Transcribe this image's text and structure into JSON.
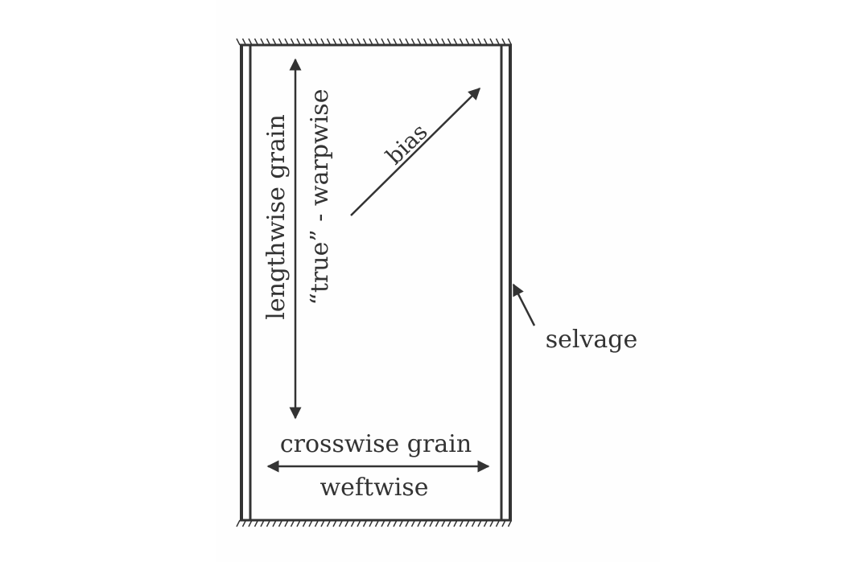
{
  "diagram": {
    "labels": {
      "lengthwise": "lengthwise grain",
      "warpwise": "“true” - warpwise",
      "bias": "bias",
      "selvage": "selvage",
      "crosswise": "crosswise grain",
      "weftwise": "weftwise"
    },
    "colors": {
      "ink": "#333333",
      "background": "#ffffff"
    }
  }
}
